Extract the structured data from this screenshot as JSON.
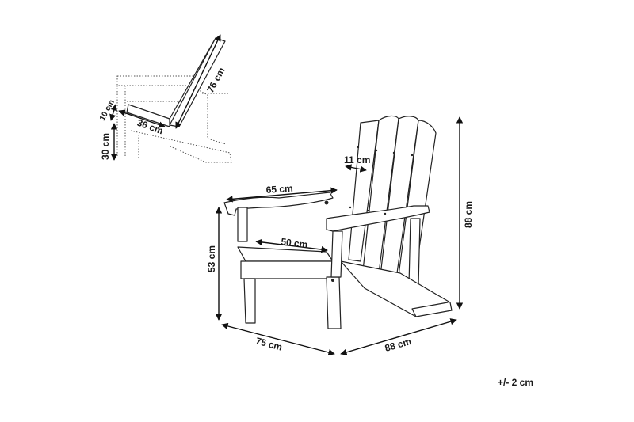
{
  "diagram": {
    "subject": "chair-dimensions",
    "main_view": {
      "width_top_armrest": "65 cm",
      "seat_depth": "50 cm",
      "back_slat_width": "11 cm",
      "seat_height": "53 cm",
      "total_height": "88 cm",
      "width_front": "75 cm",
      "depth_side": "88 cm"
    },
    "inset_view": {
      "cushion_length": "76 cm",
      "cushion_thickness": "10 cm",
      "cushion_seat": "36 cm",
      "seat_height": "30 cm"
    },
    "tolerance": "+/- 2 cm"
  }
}
